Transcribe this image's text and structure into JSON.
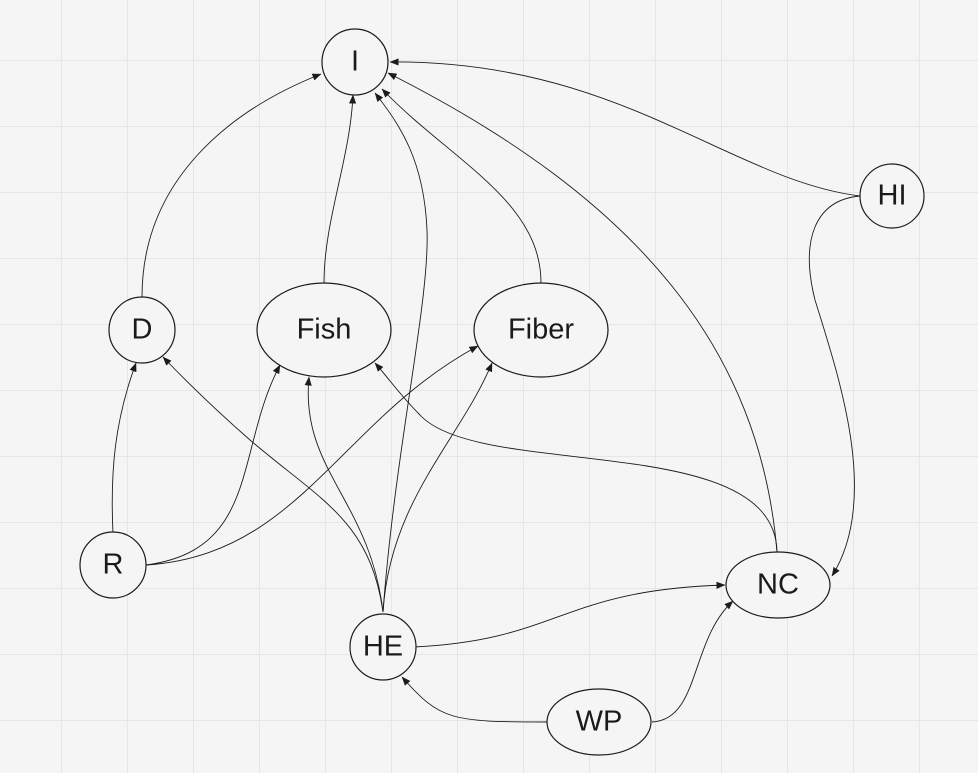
{
  "colors": {
    "stroke": "#1c1c1c",
    "background": "#f5f5f5",
    "grid": "#e6e6e6"
  },
  "nodes": {
    "I": "I",
    "HI": "HI",
    "D": "D",
    "Fish": "Fish",
    "Fiber": "Fiber",
    "R": "R",
    "NC": "NC",
    "HE": "HE",
    "WP": "WP"
  },
  "edges": [
    {
      "from": "D",
      "to": "I"
    },
    {
      "from": "Fish",
      "to": "I"
    },
    {
      "from": "Fiber",
      "to": "I"
    },
    {
      "from": "HE",
      "to": "I"
    },
    {
      "from": "NC",
      "to": "I"
    },
    {
      "from": "HI",
      "to": "I"
    },
    {
      "from": "HI",
      "to": "NC"
    },
    {
      "from": "R",
      "to": "D"
    },
    {
      "from": "R",
      "to": "Fish"
    },
    {
      "from": "R",
      "to": "Fiber"
    },
    {
      "from": "HE",
      "to": "D"
    },
    {
      "from": "HE",
      "to": "Fish"
    },
    {
      "from": "HE",
      "to": "Fiber"
    },
    {
      "from": "NC",
      "to": "Fish"
    },
    {
      "from": "HE",
      "to": "NC"
    },
    {
      "from": "WP",
      "to": "HE"
    },
    {
      "from": "WP",
      "to": "NC"
    }
  ]
}
